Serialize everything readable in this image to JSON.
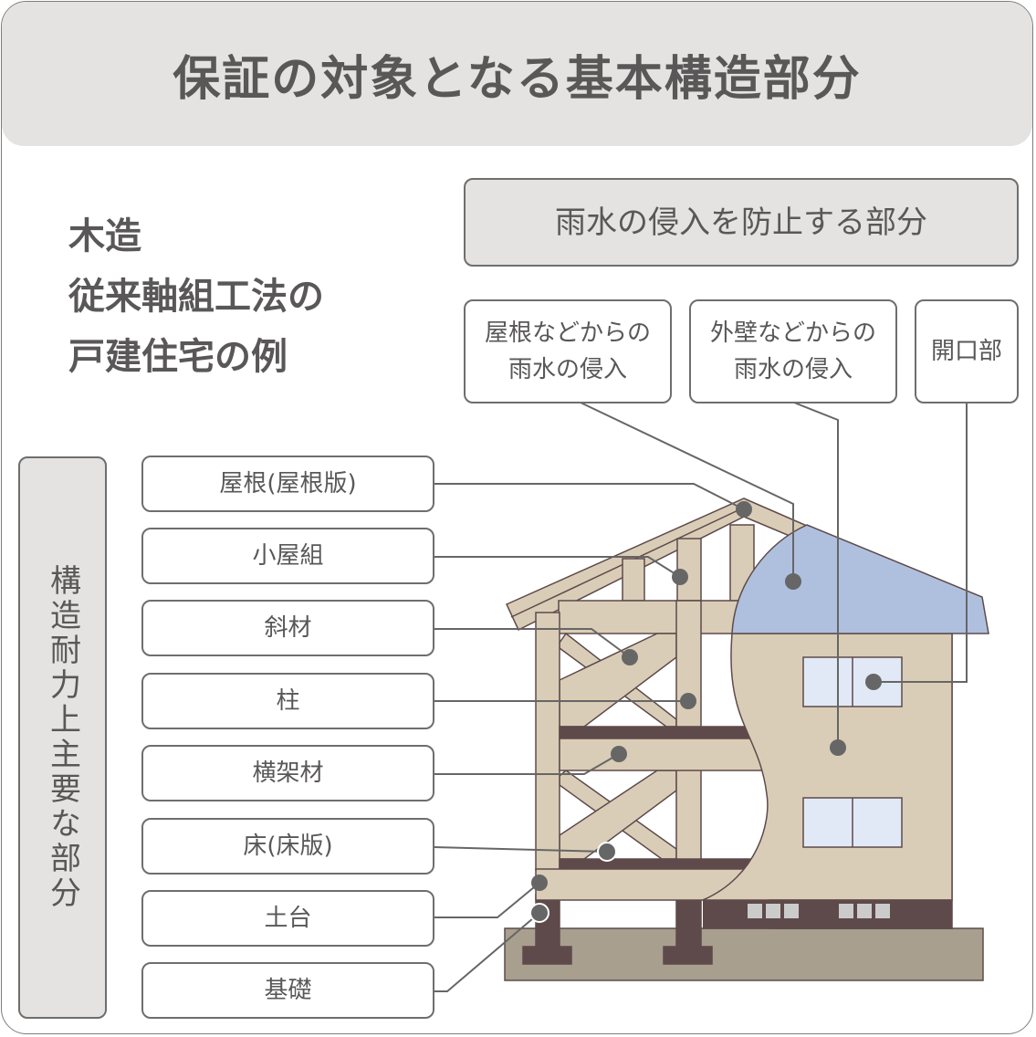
{
  "title": "保証の対象となる基本構造部分",
  "example_heading": [
    "木造",
    "従来軸組工法の",
    "戸建住宅の例"
  ],
  "rain_section": {
    "title": "雨水の侵入を防止する部分",
    "items": [
      {
        "line1": "屋根などからの",
        "line2": "雨水の侵入"
      },
      {
        "line1": "外壁などからの",
        "line2": "雨水の侵入"
      },
      {
        "line1": "開口部",
        "line2": ""
      }
    ]
  },
  "structure_section": {
    "title": "構造耐力上主要な部分",
    "items": [
      "屋根(屋根版)",
      "小屋組",
      "斜材",
      "柱",
      "横架材",
      "床(床版)",
      "土台",
      "基礎"
    ]
  },
  "colors": {
    "frame": "#dacdb7",
    "roof": "#afc0df",
    "window": "#e1e9f7",
    "dark": "#5e4a4a",
    "ground": "#a89f8f",
    "panel": "#e4e3e1"
  }
}
